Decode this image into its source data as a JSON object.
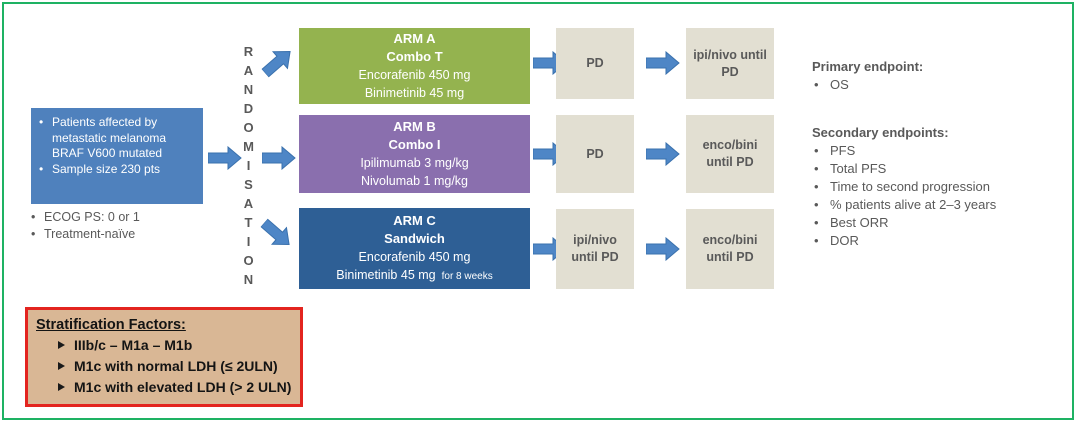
{
  "patient_box": {
    "bullets": [
      "Patients affected by metastatic melanoma BRAF V600 mutated",
      "Sample size 230 pts"
    ]
  },
  "outside_notes": [
    "ECOG PS: 0 or 1",
    "Treatment-naïve"
  ],
  "randomisation_label": "RANDOMISATION",
  "arms": [
    {
      "title": "ARM A",
      "subtitle": "Combo T",
      "dose1": "Encorafenib 450 mg",
      "dose2": "Binimetinib 45 mg",
      "dose2_note": ""
    },
    {
      "title": "ARM B",
      "subtitle": "Combo I",
      "dose1": "Ipilimumab 3 mg/kg",
      "dose2": "Nivolumab 1 mg/kg",
      "dose2_note": ""
    },
    {
      "title": "ARM C",
      "subtitle": "Sandwich",
      "dose1": "Encorafenib 450 mg",
      "dose2": "Binimetinib 45 mg",
      "dose2_note": "for 8 weeks"
    }
  ],
  "flow": [
    {
      "mid": "PD",
      "end": "ipi/nivo until PD"
    },
    {
      "mid": "PD",
      "end": "enco/bini until PD"
    },
    {
      "mid": "ipi/nivo until PD",
      "end": "enco/bini until PD"
    }
  ],
  "endpoints": {
    "primary_title": "Primary endpoint:",
    "primary_items": [
      "OS"
    ],
    "secondary_title": "Secondary endpoints:",
    "secondary_items": [
      "PFS",
      "Total PFS",
      "Time to second progression",
      "% patients alive at 2–3 years",
      "Best ORR",
      "DOR"
    ]
  },
  "stratification": {
    "title": "Stratification Factors:",
    "items": [
      "IIIb/c – M1a – M1b",
      "M1c with normal LDH (≤ 2ULN)",
      "M1c with elevated LDH (> 2 ULN)"
    ]
  },
  "colors": {
    "frame_green": "#1eb263",
    "patient_blue": "#4f81bd",
    "arm_a_green": "#94b34f",
    "arm_b_purple": "#8a6fae",
    "arm_c_blue": "#2e5f95",
    "stage_beige": "#e2dfd2",
    "arrow_blue": "#4e86c6",
    "strat_background": "#d9b795",
    "strat_border_red": "#e3241f",
    "text_gray": "#595959"
  }
}
